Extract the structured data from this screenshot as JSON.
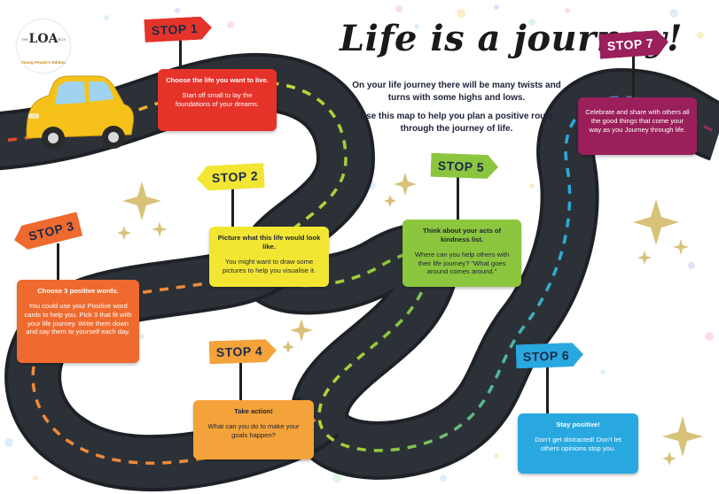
{
  "logo": {
    "text": "LOA",
    "prefix": "THE",
    "suffix": "BOX",
    "edition": "Young People's Edition"
  },
  "title": "Life is a journey!",
  "intro": {
    "line1": "On your life journey there will be many twists and turns with some highs and lows.",
    "line2": "Use this map to help you plan a positive route through the journey of life."
  },
  "stops": [
    {
      "sign": "STOP 1",
      "color": "#e5332a",
      "heading": "Choose the life you want to live.",
      "text": "Start off small to lay the foundations of your dreams."
    },
    {
      "sign": "STOP 2",
      "color": "#f2e632",
      "heading": "Picture what this life would look like.",
      "text": "You might want to draw some pictures to help you visualise it."
    },
    {
      "sign": "STOP 3",
      "color": "#ef6a2f",
      "heading": "Choose 3 positive words.",
      "text": "You could use your Positive word cards to help you. Pick 3 that fit with your life journey. Write them down and say them to yourself each day."
    },
    {
      "sign": "STOP 4",
      "color": "#f4a23a",
      "heading": "Take action!",
      "text": "What can you do to make your goals happen?"
    },
    {
      "sign": "STOP 5",
      "color": "#8cc63f",
      "heading": "Think about your acts of kindness list.",
      "text": "Where can you help others with their life journey? “What goes around comes around.”"
    },
    {
      "sign": "STOP 6",
      "color": "#29a8e0",
      "heading": "Stay positive!",
      "text": "Don’t get distracted! Don’t let others opinions stop you."
    },
    {
      "sign": "STOP 7",
      "color": "#9a1f5a",
      "heading": "",
      "text": "Celebrate and share with others all the good things that come your way as you Journey through life."
    }
  ],
  "colors": {
    "road": "#2c3138",
    "road_edge": "#1e2227",
    "sparkle": "#d8c27a"
  }
}
